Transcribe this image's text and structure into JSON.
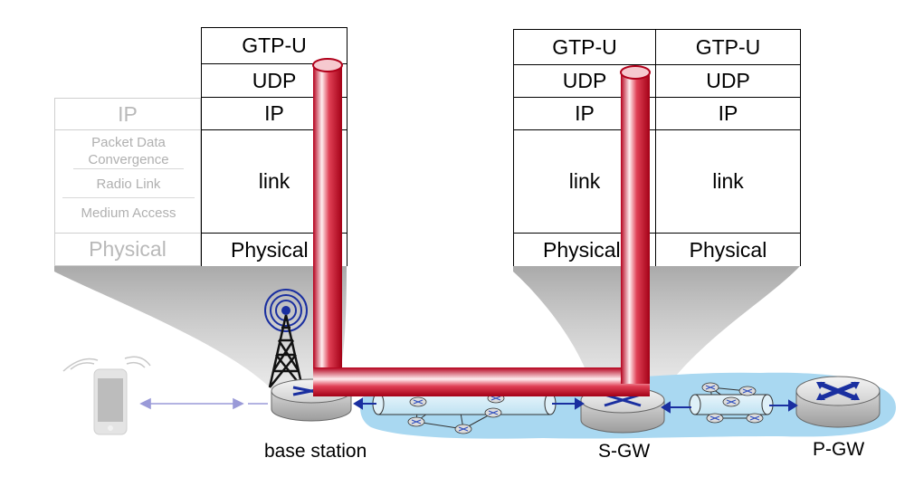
{
  "stacks": {
    "base_station": {
      "gtpu": "GTP-U",
      "udp": "UDP",
      "ip": "IP",
      "link": "link",
      "physical": "Physical"
    },
    "sgw_left": {
      "gtpu": "GTP-U",
      "udp": "UDP",
      "ip": "IP",
      "link": "link",
      "physical": "Physical"
    },
    "sgw_right": {
      "gtpu": "GTP-U",
      "udp": "UDP",
      "ip": "IP",
      "link": "link",
      "physical": "Physical"
    },
    "radio_faded": {
      "ip": "IP",
      "pdcp": "Packet Data Convergence",
      "radio_link": "Radio Link",
      "medium_access": "Medium Access",
      "physical": "Physical"
    }
  },
  "nodes": {
    "base_station": "base station",
    "sgw": "S-GW",
    "pgw": "P-GW"
  },
  "colors": {
    "tunnel": "#c8102e",
    "cloud": "#a8d8f0",
    "arrow": "#1a2fa0",
    "faded_text": "#b9b9b9"
  }
}
